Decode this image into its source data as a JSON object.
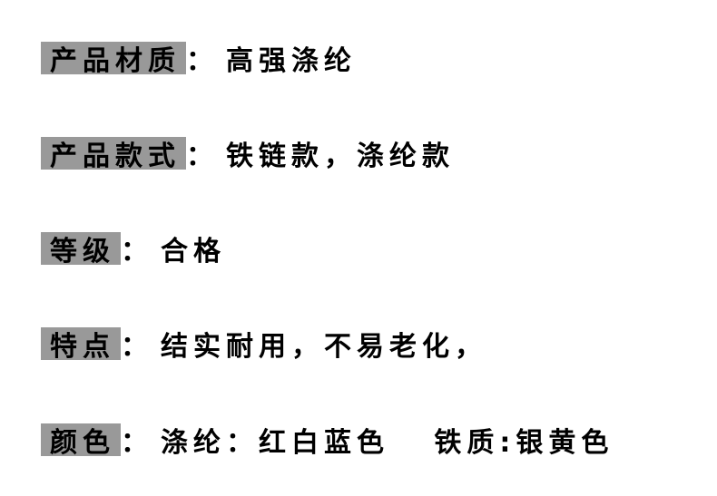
{
  "rows": [
    {
      "label": "产品材质",
      "colon": "：",
      "value": "高强涤纶"
    },
    {
      "label": "产品款式",
      "colon": "：",
      "value": "铁链款，涤纶款"
    },
    {
      "label": "等级",
      "colon": "：",
      "value": "合格"
    },
    {
      "label": "特点",
      "colon": "：",
      "value": "结实耐用，不易老化，"
    },
    {
      "label": "颜色",
      "colon": "：",
      "value": "涤纶：红白蓝色   铁质:银黄色"
    }
  ]
}
